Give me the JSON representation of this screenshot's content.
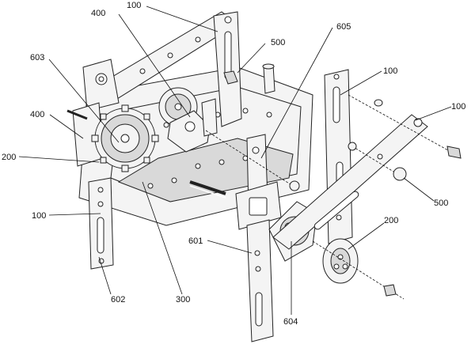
{
  "labels": {
    "l100_top": "100",
    "l400_top": "400",
    "l500_top": "500",
    "l605": "605",
    "l603": "603",
    "l100_right": "100",
    "l400_left": "400",
    "l100_far_right": "100",
    "l200_left": "200",
    "l500_right": "500",
    "l100_left": "100",
    "l200_right": "200",
    "l601": "601",
    "l602": "602",
    "l300": "300",
    "l604": "604"
  }
}
